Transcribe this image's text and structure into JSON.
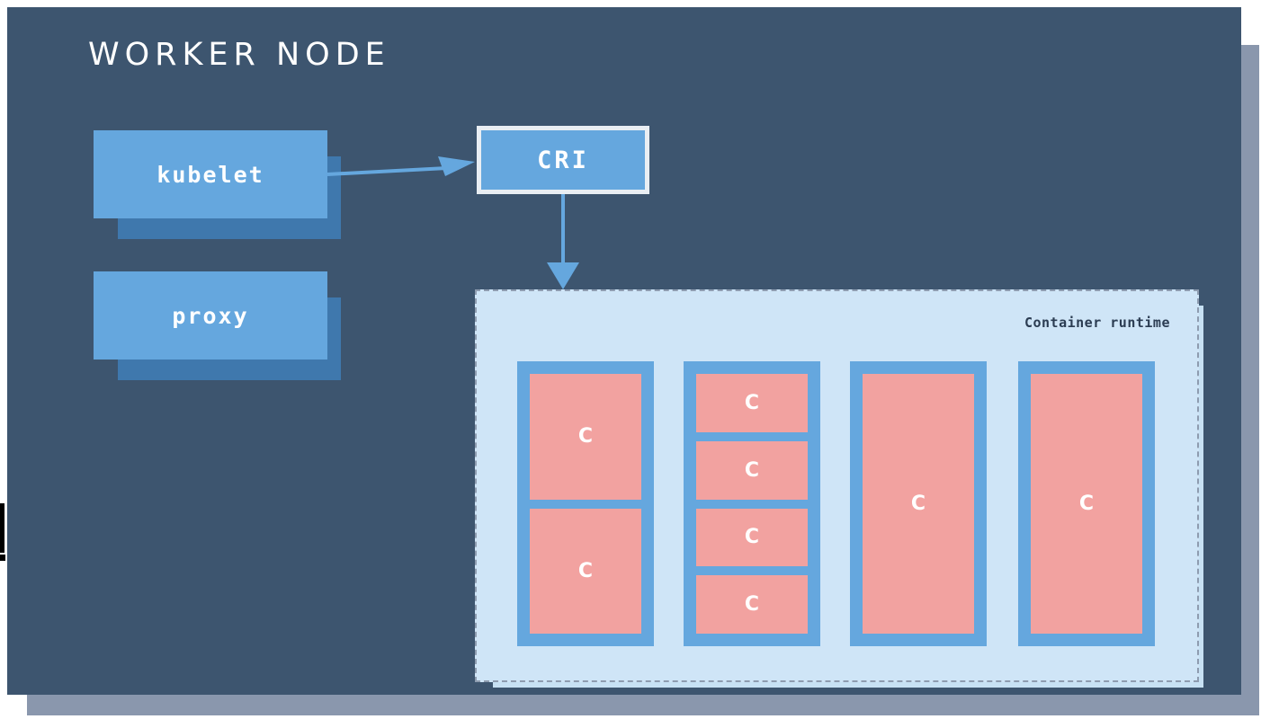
{
  "diagram": {
    "title": "WORKER NODE",
    "colors": {
      "node_bg": "#3d556f",
      "node_shadow": "#8a97ad",
      "component_fill": "#65a7de",
      "component_shadow": "#3f78ad",
      "cri_border": "#e9eef3",
      "runtime_bg": "#cfe5f7",
      "runtime_border": "#8e9cb0",
      "pod_fill": "#65a7de",
      "container_fill": "#f2a2a0",
      "text_light": "#ffffff",
      "text_dark": "#2b3c52",
      "arrow": "#65a7de"
    },
    "components": [
      {
        "id": "kubelet",
        "label": "kubelet"
      },
      {
        "id": "proxy",
        "label": "proxy"
      }
    ],
    "cri": {
      "label": "CRI"
    },
    "runtime": {
      "label": "Container runtime",
      "pods": [
        {
          "id": "pod-1",
          "layout": "vertical",
          "containers": [
            {
              "label": "C"
            },
            {
              "label": "C"
            }
          ]
        },
        {
          "id": "pod-2",
          "layout": "vertical",
          "containers": [
            {
              "label": "C"
            },
            {
              "label": "C"
            },
            {
              "label": "C"
            },
            {
              "label": "C"
            }
          ]
        },
        {
          "id": "pod-3",
          "layout": "single",
          "containers": [
            {
              "label": "C"
            }
          ]
        },
        {
          "id": "pod-4",
          "layout": "single",
          "containers": [
            {
              "label": "C"
            }
          ]
        }
      ]
    },
    "arrows": [
      {
        "id": "kubelet-to-cri",
        "from": "kubelet",
        "to": "cri"
      },
      {
        "id": "cri-to-runtime",
        "from": "cri",
        "to": "runtime"
      }
    ]
  }
}
